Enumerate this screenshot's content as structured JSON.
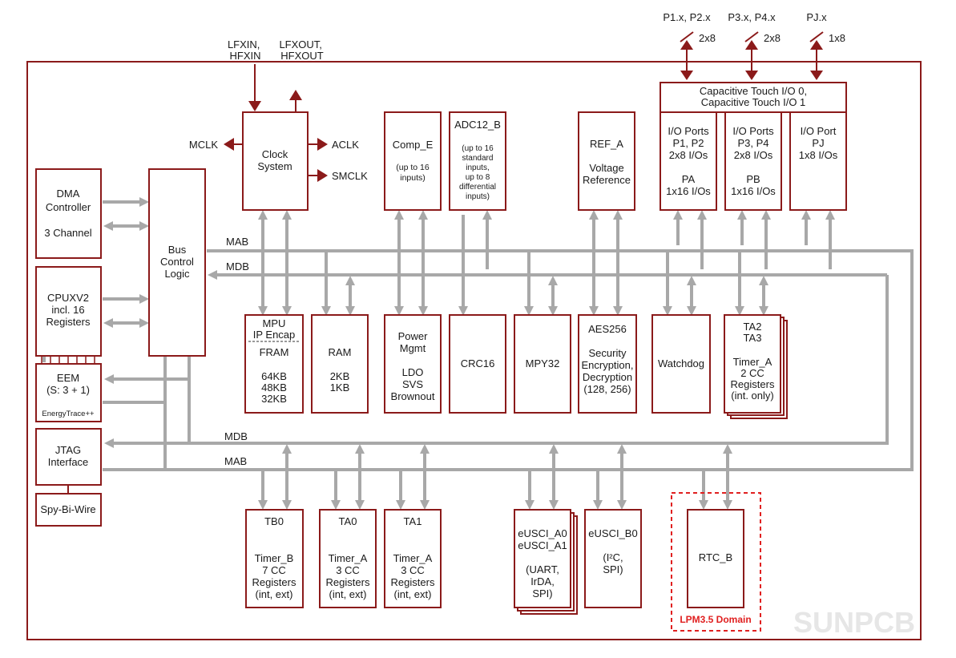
{
  "external_signals": {
    "p1_p2": "P1.x, P2.x",
    "p1_p2_width": "2x8",
    "p3_p4": "P3.x, P4.x",
    "p3_p4_width": "2x8",
    "pj": "PJ.x",
    "pj_width": "1x8",
    "lfxin": [
      "LFXIN,",
      "HFXIN"
    ],
    "lfxout": [
      "LFXOUT,",
      "HFXOUT"
    ],
    "mclk": "MCLK",
    "aclk": "ACLK",
    "smclk": "SMCLK"
  },
  "buses": {
    "mab": "MAB",
    "mdb": "MDB"
  },
  "blocks": {
    "clock": [
      "Clock",
      "System"
    ],
    "dma": [
      "DMA",
      "Controller",
      "",
      "3 Channel"
    ],
    "bus_logic": [
      "Bus",
      "Control",
      "Logic"
    ],
    "cpu": [
      "CPUXV2",
      "incl. 16",
      "Registers"
    ],
    "eem": [
      "EEM",
      "(S: 3 + 1)"
    ],
    "eem_sub": "EnergyTrace++",
    "jtag": [
      "JTAG",
      "Interface"
    ],
    "spy": "Spy-Bi-Wire",
    "comp": [
      "Comp_E",
      "",
      "(up to 16",
      "inputs)"
    ],
    "adc": [
      "ADC12_B",
      "",
      "(up to 16",
      "standard",
      "inputs,",
      "up to 8",
      "differential",
      "inputs)"
    ],
    "ref": [
      "REF_A",
      "",
      "Voltage",
      "Reference"
    ],
    "captouch": [
      "Capacitive Touch I/O 0,",
      "Capacitive Touch I/O 1"
    ],
    "io_p12": [
      "I/O Ports",
      "P1, P2",
      "2x8 I/Os",
      "",
      "PA",
      "1x16 I/Os"
    ],
    "io_p34": [
      "I/O Ports",
      "P3, P4",
      "2x8 I/Os",
      "",
      "PB",
      "1x16 I/Os"
    ],
    "io_pj": [
      "I/O Port",
      "PJ",
      "1x8 I/Os"
    ],
    "mpu_top": [
      "MPU",
      "IP Encap"
    ],
    "mpu_fram": [
      "FRAM",
      "",
      "64KB",
      "48KB",
      "32KB"
    ],
    "ram": [
      "RAM",
      "",
      "2KB",
      "1KB"
    ],
    "power": [
      "Power",
      "Mgmt",
      "",
      "LDO",
      "SVS",
      "Brownout"
    ],
    "crc": [
      "CRC16"
    ],
    "mpy": [
      "MPY32"
    ],
    "aes": [
      "AES256",
      "",
      "Security",
      "Encryption,",
      "Decryption",
      "(128, 256)"
    ],
    "wdt": [
      "Watchdog"
    ],
    "ta23": [
      "TA2",
      "TA3",
      "",
      "Timer_A",
      "2 CC",
      "Registers",
      "(int. only)"
    ],
    "tb0": [
      "TB0",
      "",
      "Timer_B",
      "7 CC",
      "Registers",
      "(int, ext)"
    ],
    "ta0": [
      "TA0",
      "",
      "Timer_A",
      "3 CC",
      "Registers",
      "(int, ext)"
    ],
    "ta1": [
      "TA1",
      "",
      "Timer_A",
      "3 CC",
      "Registers",
      "(int, ext)"
    ],
    "eusci_a": [
      "eUSCI_A0",
      "eUSCI_A1",
      "",
      "(UART,",
      "IrDA,",
      "SPI)"
    ],
    "eusci_b": [
      "eUSCI_B0",
      "",
      "(I²C,",
      "SPI)"
    ],
    "rtc": [
      "RTC_B"
    ],
    "lpm": "LPM3.5 Domain"
  },
  "watermark": "SUNPCB",
  "colors": {
    "block": "#8b1a1a",
    "bus": "#a8a8a8",
    "lpm": "#e02020",
    "watermark": "#e6e6e6"
  }
}
